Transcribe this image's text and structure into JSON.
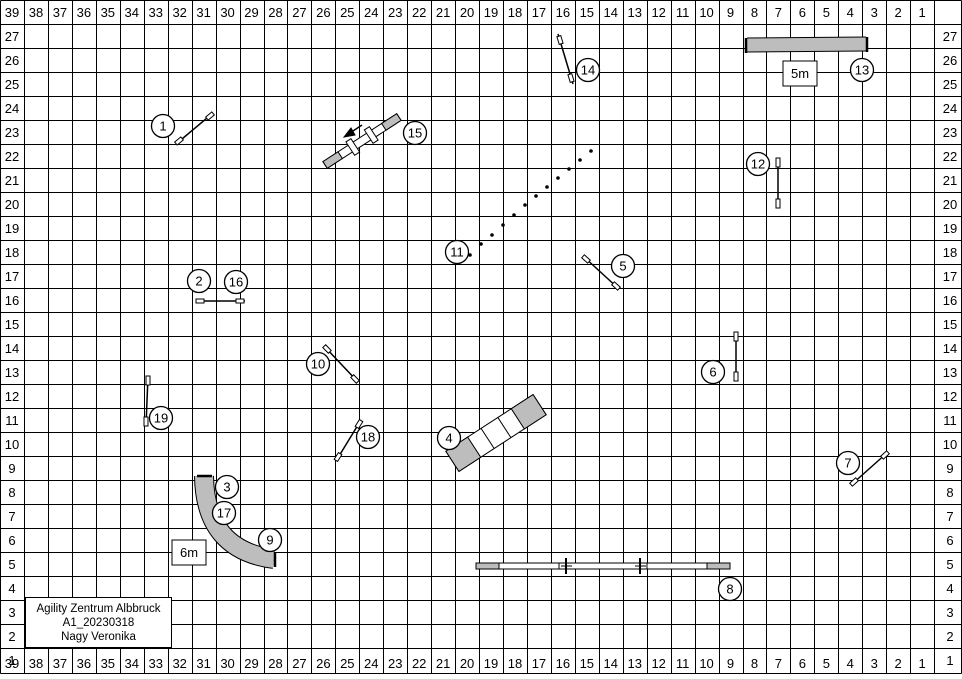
{
  "grid": {
    "columns": [
      39,
      38,
      37,
      36,
      35,
      34,
      33,
      32,
      31,
      30,
      29,
      28,
      27,
      26,
      25,
      24,
      23,
      22,
      21,
      20,
      19,
      18,
      17,
      16,
      15,
      14,
      13,
      12,
      11,
      10,
      9,
      8,
      7,
      6,
      5,
      4,
      3,
      2,
      1
    ],
    "rows": [
      27,
      26,
      25,
      24,
      23,
      22,
      21,
      20,
      19,
      18,
      17,
      16,
      15,
      14,
      13,
      12,
      11,
      10,
      9,
      8,
      7,
      6,
      5,
      4,
      3,
      2,
      1
    ]
  },
  "info": {
    "line1": "Agility Zentrum Albbruck",
    "line2": "A1_20230318",
    "line3": "Nagy Veronika"
  },
  "scale_labels": {
    "tunnel_13": "5m",
    "tunnel_3": "6m"
  },
  "obstacle_numbers": [
    "1",
    "2",
    "3",
    "4",
    "5",
    "6",
    "7",
    "8",
    "9",
    "10",
    "11",
    "12",
    "13",
    "14",
    "15",
    "16",
    "17",
    "18",
    "19"
  ]
}
